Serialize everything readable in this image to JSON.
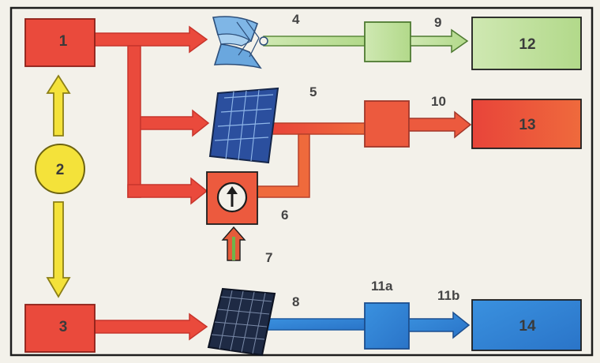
{
  "labels": {
    "n1": "1",
    "n2": "2",
    "n3": "3",
    "n4": "4",
    "n5": "5",
    "n6": "6",
    "n7": "7",
    "n8": "8",
    "n9": "9",
    "n10": "10",
    "n11a": "11a",
    "n11b": "11b",
    "n12": "12",
    "n13": "13",
    "n14": "14"
  },
  "colors": {
    "red": "#ea4a3c",
    "orange_red": "#ec5a3e",
    "yellow": "#f4e23a",
    "green": "#bfe09a",
    "blue": "#2f86d6",
    "panel_blue": "#2b4f9e",
    "dark_panel": "#1e2a44",
    "paper": "#f3f1ea",
    "frame": "#1d1d1d"
  },
  "icons": {
    "wind_turbine": "wind-turbine-blades-icon",
    "solar_panel": "solar-panel-icon",
    "gauge": "gauge-arrow-icon",
    "photovoltaic": "photovoltaic-panel-icon"
  }
}
